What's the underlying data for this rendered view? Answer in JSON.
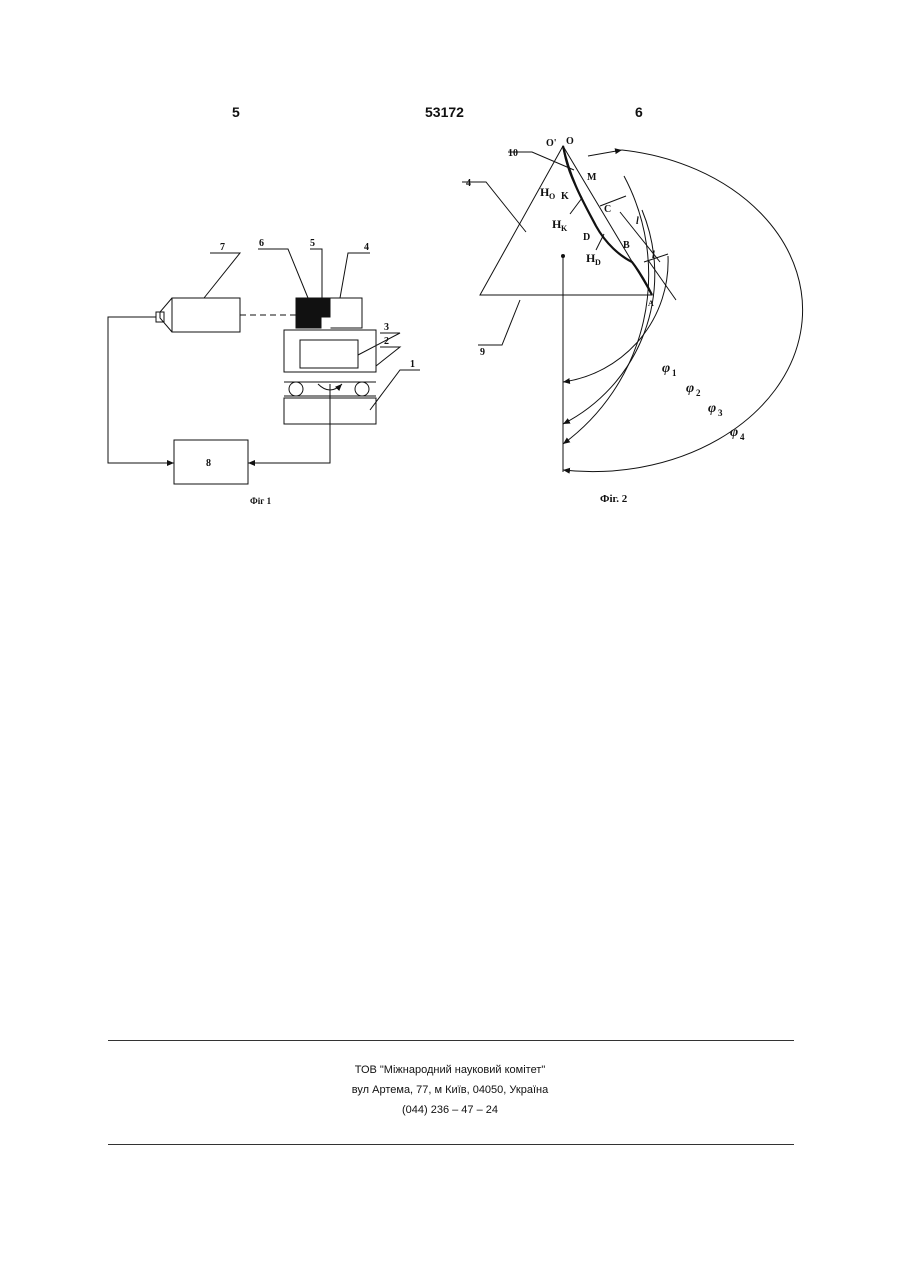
{
  "header": {
    "left_page": "5",
    "patent_number": "53172",
    "right_page": "6"
  },
  "fig1": {
    "caption": "Фіг 1",
    "labels": {
      "n1": "1",
      "n2": "2",
      "n3": "3",
      "n4": "4",
      "n5": "5",
      "n6": "6",
      "n7": "7",
      "n8": "8"
    }
  },
  "fig2": {
    "caption": "Фіг. 2",
    "labels": {
      "O_prime": "O'",
      "O": "O",
      "n10": "10",
      "n4": "4",
      "n9": "9",
      "M": "M",
      "K": "K",
      "C": "C",
      "D": "D",
      "B": "B",
      "A": "A",
      "H0": "H",
      "H0_sub": "O",
      "HK": "H",
      "HK_sub": "K",
      "HD": "H",
      "HD_sub": "D",
      "l1": "l",
      "l2": "l",
      "phi1": "φ",
      "phi1_sub": "1",
      "phi2": "φ",
      "phi2_sub": "2",
      "phi3": "φ",
      "phi3_sub": "3",
      "phi4": "φ",
      "phi4_sub": "4"
    }
  },
  "footer": {
    "org": "ТОВ \"Міжнародний науковий комітет\"",
    "address": "вул  Артема, 77, м  Київ, 04050, Україна",
    "phone": "(044) 236 – 47 – 24"
  }
}
